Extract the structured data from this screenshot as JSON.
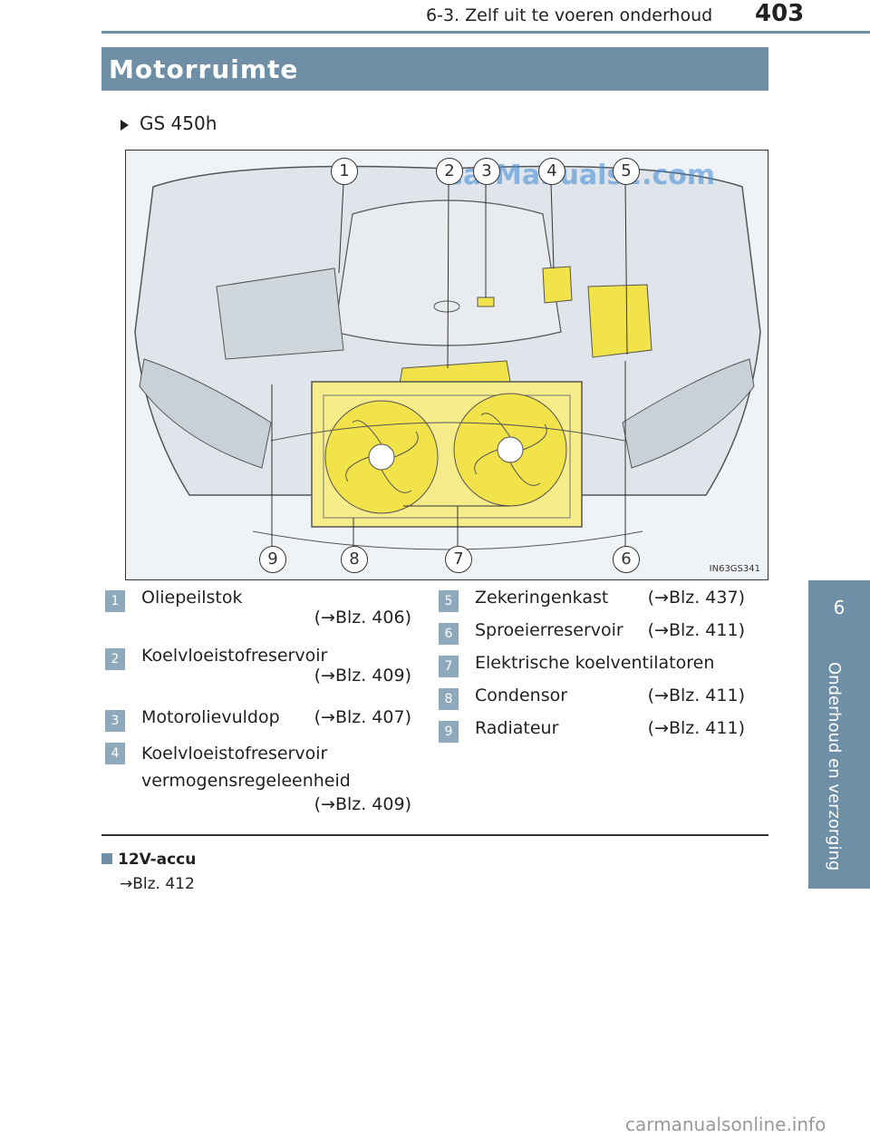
{
  "header": {
    "section": "6-3. Zelf uit te voeren onderhoud",
    "page_number": "403"
  },
  "side_tab": {
    "chapter_number": "6",
    "chapter_label": "Onderhoud en verzorging"
  },
  "title": "Motorruimte",
  "model": "GS 450h",
  "figure": {
    "watermark": "CarManuals2.com",
    "image_code": "IN63GS341",
    "callouts": [
      "1",
      "2",
      "3",
      "4",
      "5",
      "6",
      "7",
      "8",
      "9"
    ],
    "colors": {
      "highlight": "#f2e34a",
      "frame": "#6e8fa6"
    }
  },
  "legend": [
    {
      "num": "1",
      "label": "Oliepeilstok",
      "ref": "(→Blz. 406)"
    },
    {
      "num": "2",
      "label": "Koelvloeistofreservoir",
      "ref": "(→Blz. 409)"
    },
    {
      "num": "3",
      "label": "Motorolievuldop",
      "ref": "(→Blz. 407)"
    },
    {
      "num": "4",
      "label": "Koelvloeistofreservoir vermogensregeleenheid",
      "ref": "(→Blz. 409)"
    },
    {
      "num": "5",
      "label": "Zekeringenkast",
      "ref": "(→Blz. 437)"
    },
    {
      "num": "6",
      "label": "Sproeierreservoir",
      "ref": "(→Blz. 411)"
    },
    {
      "num": "7",
      "label": "Elektrische koelventilatoren",
      "ref": ""
    },
    {
      "num": "8",
      "label": "Condensor",
      "ref": "(→Blz. 411)"
    },
    {
      "num": "9",
      "label": "Radiateur",
      "ref": "(→Blz. 411)"
    }
  ],
  "note": {
    "heading": "12V-accu",
    "text": "→Blz. 412"
  },
  "footer": {
    "site": "carmanualsonline.info"
  }
}
